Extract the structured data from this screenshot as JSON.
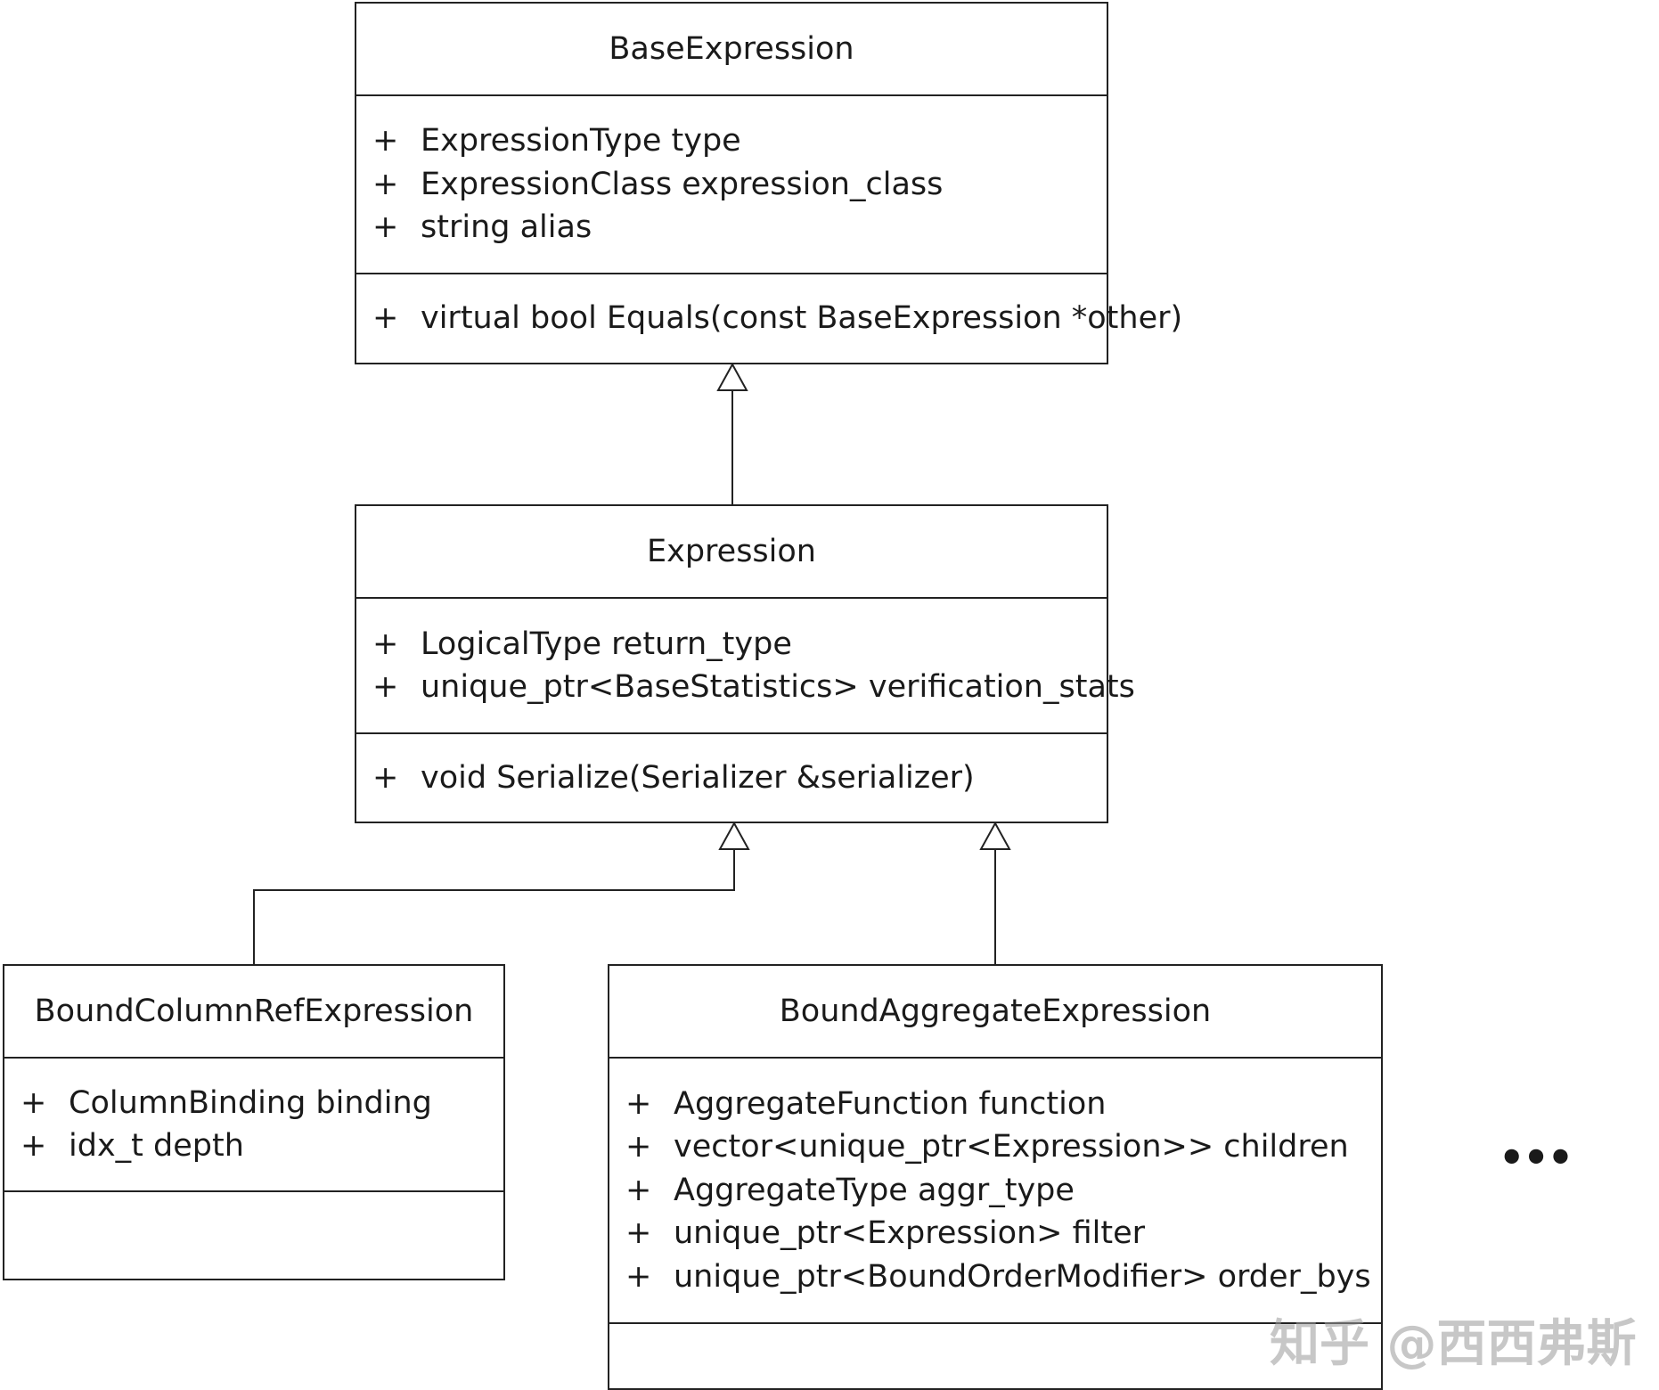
{
  "classes": {
    "base_expression": {
      "name": "BaseExpression",
      "attributes": [
        {
          "visibility": "+",
          "text": "ExpressionType type"
        },
        {
          "visibility": "+",
          "text": "ExpressionClass expression_class"
        },
        {
          "visibility": "+",
          "text": "string alias"
        }
      ],
      "methods": [
        {
          "visibility": "+",
          "text": "virtual bool Equals(const BaseExpression *other)"
        }
      ]
    },
    "expression": {
      "name": "Expression",
      "attributes": [
        {
          "visibility": "+",
          "text": "LogicalType return_type"
        },
        {
          "visibility": "+",
          "text": "unique_ptr<BaseStatistics> verification_stats"
        }
      ],
      "methods": [
        {
          "visibility": "+",
          "text": "void Serialize(Serializer &serializer)"
        }
      ]
    },
    "bound_column_ref_expression": {
      "name": "BoundColumnRefExpression",
      "attributes": [
        {
          "visibility": "+",
          "text": "ColumnBinding binding"
        },
        {
          "visibility": "+",
          "text": "idx_t depth"
        }
      ],
      "methods": []
    },
    "bound_aggregate_expression": {
      "name": "BoundAggregateExpression",
      "attributes": [
        {
          "visibility": "+",
          "text": "AggregateFunction function"
        },
        {
          "visibility": "+",
          "text": "vector<unique_ptr<Expression>> children"
        },
        {
          "visibility": "+",
          "text": "AggregateType aggr_type"
        },
        {
          "visibility": "+",
          "text": "unique_ptr<Expression> filter"
        },
        {
          "visibility": "+",
          "text": "unique_ptr<BoundOrderModifier> order_bys"
        }
      ],
      "methods": []
    }
  },
  "ellipsis": "•••",
  "watermark": "知乎 @西西弗斯"
}
